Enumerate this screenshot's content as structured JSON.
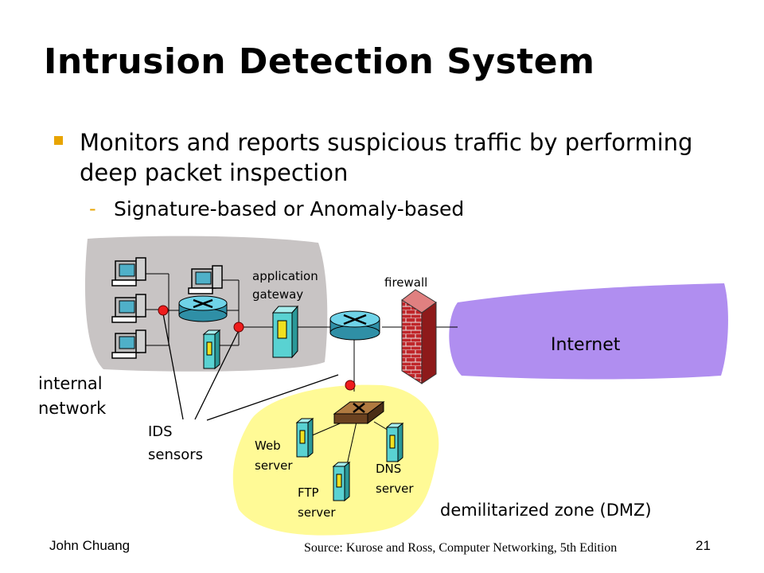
{
  "slide": {
    "title": "Intrusion Detection System",
    "bullet": "Monitors and reports suspicious traffic by performing deep packet inspection",
    "sub_marker": "-",
    "sub_bullet": "Signature-based or Anomaly-based"
  },
  "diagram": {
    "application_gateway_line1": "application",
    "application_gateway_line2": "gateway",
    "firewall": "firewall",
    "internet": "Internet",
    "internal_network_line1": "internal",
    "internal_network_line2": "network",
    "ids_sensors_line1": "IDS",
    "ids_sensors_line2": "sensors",
    "web_server_line1": "Web",
    "web_server_line2": "server",
    "ftp_server_line1": "FTP",
    "ftp_server_line2": "server",
    "dns_server_line1": "DNS",
    "dns_server_line2": "server",
    "dmz": "demilitarized zone (DMZ)"
  },
  "footer": {
    "author": "John Chuang",
    "source": "Source: Kurose and Ross, Computer Networking, 5th Edition",
    "page": "21"
  },
  "colors": {
    "internal_network": "#c8c4c4",
    "internet": "#b08ef0",
    "dmz": "#fffa96",
    "bullet": "#e8a400",
    "firewall_brick": "#c0262a",
    "sensor": "#ee1c1c",
    "router": "#6fd3e8",
    "server": "#59d2d2"
  }
}
